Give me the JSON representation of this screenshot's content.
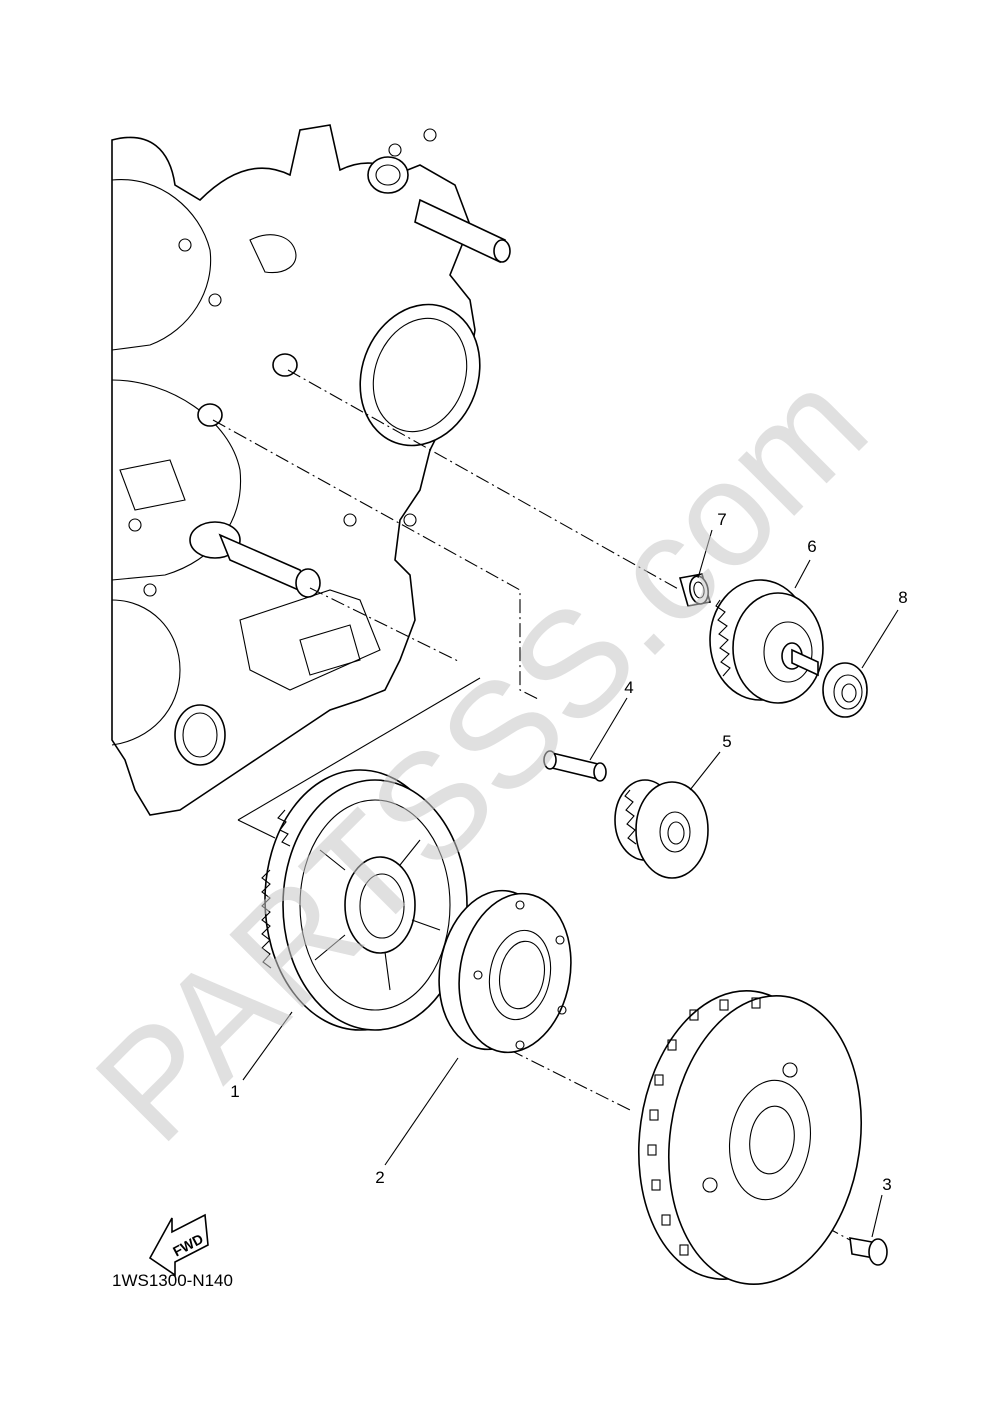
{
  "diagram_code": "1WS1300-N140",
  "fwd_label": "FWD",
  "watermark": "PARTSSS.com",
  "callouts": [
    "1",
    "2",
    "3",
    "4",
    "5",
    "6",
    "7",
    "8"
  ]
}
